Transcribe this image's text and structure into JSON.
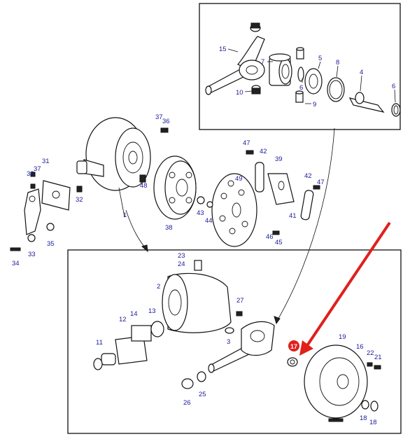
{
  "diagram": {
    "labels": {
      "n1": "1",
      "n2": "2",
      "n3": "3",
      "n4": "4",
      "n5": "5",
      "n6a": "6",
      "n6b": "6",
      "n7": "7",
      "n8": "8",
      "n9": "9",
      "n10": "10",
      "n11": "11",
      "n12": "12",
      "n13": "13",
      "n14": "14",
      "n15": "15",
      "n16": "16",
      "n17": "17",
      "n18": "18",
      "n19": "19",
      "n21": "21",
      "n22": "22",
      "n23": "23",
      "n24": "24",
      "n25": "25",
      "n26": "26",
      "n27": "27",
      "n31": "31",
      "n32": "32",
      "n33": "33",
      "n34": "34",
      "n35": "35",
      "n36a": "36",
      "n36b": "36",
      "n37a": "37",
      "n37b": "37",
      "n38": "38",
      "n39": "39",
      "n41": "41",
      "n42a": "42",
      "n42b": "42",
      "n43": "43",
      "n44": "44",
      "n45": "45",
      "n46": "46",
      "n47a": "47",
      "n47b": "47",
      "n48": "48",
      "n49": "49"
    },
    "highlight": {
      "label": "17",
      "color": "#e0201a"
    },
    "label_color": "#1a1a9a"
  }
}
